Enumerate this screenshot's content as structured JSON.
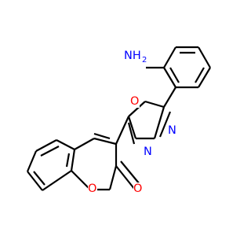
{
  "molecule": {
    "atom_labels": {
      "amine": "NH",
      "amine_subscript": "2",
      "ring_oxygen": "O",
      "oxadiazole_oxygen": "O",
      "n3": "N",
      "n4": "N",
      "carbonyl_oxygen": "O"
    },
    "colors": {
      "bond": "#000000",
      "nitrogen": "#0000ff",
      "oxygen": "#ff0000",
      "background": "#ffffff"
    }
  }
}
